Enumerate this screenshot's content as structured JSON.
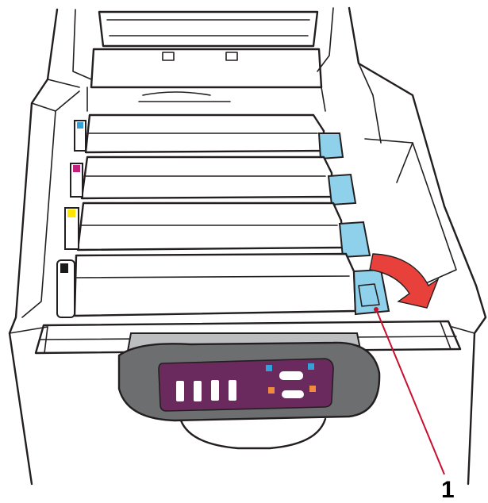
{
  "figure": {
    "callout_number": "1"
  },
  "colors": {
    "outline": "#231f20",
    "lock_lever_fill": "#8fd0ea",
    "cyan_tab": "#33a0d8",
    "magenta_tab": "#c2207a",
    "yellow_tab": "#ffe600",
    "black_tab": "#1a1a1a",
    "arrow_fill": "#e8413b",
    "callout_line": "#c8102e",
    "panel_outer": "#6d6e70",
    "panel_inner": "#6b2a5e",
    "panel_blue_led": "#33a0d8",
    "panel_orange_led": "#f08a3c"
  },
  "cartridges": [
    {
      "toner_color": "cyan"
    },
    {
      "toner_color": "magenta"
    },
    {
      "toner_color": "yellow"
    },
    {
      "toner_color": "black"
    }
  ],
  "icons": [
    "rotation-arrow-icon"
  ]
}
